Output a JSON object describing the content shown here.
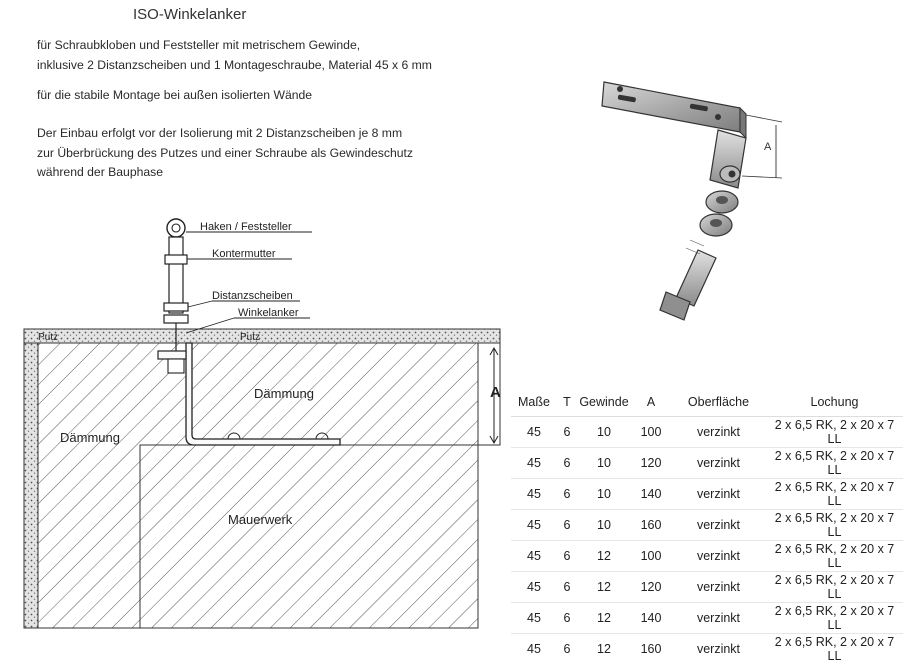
{
  "title": "ISO-Winkelanker",
  "intro_line1": "für Schraubkloben und Feststeller mit metrischem Gewinde,",
  "intro_line2": "inklusive 2 Distanzscheiben und 1  Montageschraube, Material 45 x 6 mm",
  "intro_line3": "für die stabile Montage bei außen isolierten Wände",
  "install_line1": "Der Einbau erfolgt vor der Isolierung mit 2 Distanzscheiben je 8 mm",
  "install_line2": "zur Überbrückung des Putzes und einer  Schraube als Gewindeschutz",
  "install_line3": "während der Bauphase",
  "drawing": {
    "label_haken": "Haken / Feststeller",
    "label_kontermutter": "Kontermutter",
    "label_distanzscheiben": "Distanzscheiben",
    "label_winkelanker": "Winkelanker",
    "label_putz_left": "Putz",
    "label_putz_right": "Putz",
    "label_daemmung_upper": "Dämmung",
    "label_daemmung_left": "Dämmung",
    "label_mauerwerk": "Mauerwerk",
    "label_a": "A"
  },
  "product": {
    "dimension_label": "A"
  },
  "table": {
    "headers": [
      "Maße",
      "T",
      "Gewinde",
      "A",
      "Oberfläche",
      "Lochung"
    ],
    "rows": [
      [
        "45",
        "6",
        "10",
        "100",
        "verzinkt",
        "2 x 6,5 RK, 2 x 20 x 7 LL"
      ],
      [
        "45",
        "6",
        "10",
        "120",
        "verzinkt",
        "2 x 6,5 RK, 2 x 20 x 7 LL"
      ],
      [
        "45",
        "6",
        "10",
        "140",
        "verzinkt",
        "2 x 6,5 RK, 2 x 20 x 7 LL"
      ],
      [
        "45",
        "6",
        "10",
        "160",
        "verzinkt",
        "2 x 6,5 RK, 2 x 20 x 7 LL"
      ],
      [
        "45",
        "6",
        "12",
        "100",
        "verzinkt",
        "2 x 6,5 RK, 2 x 20 x 7 LL"
      ],
      [
        "45",
        "6",
        "12",
        "120",
        "verzinkt",
        "2 x 6,5 RK, 2 x 20 x 7 LL"
      ],
      [
        "45",
        "6",
        "12",
        "140",
        "verzinkt",
        "2 x 6,5 RK, 2 x 20 x 7 LL"
      ],
      [
        "45",
        "6",
        "12",
        "160",
        "verzinkt",
        "2 x 6,5 RK, 2 x 20 x 7 LL"
      ]
    ]
  }
}
